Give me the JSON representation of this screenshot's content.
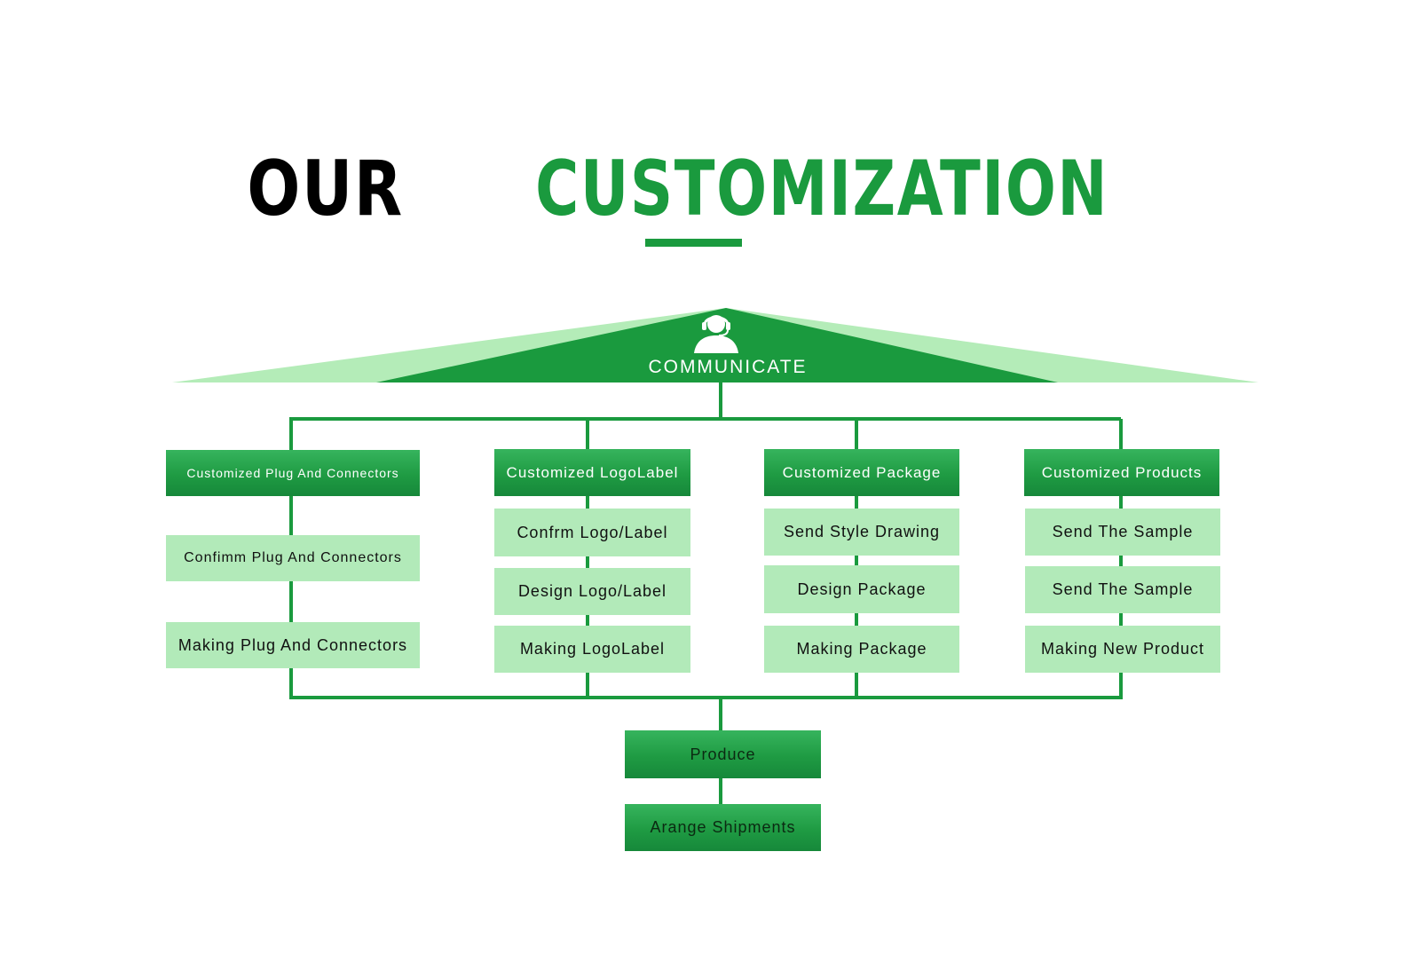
{
  "title": {
    "word1": "OUR",
    "word2": "CUSTOMIZATION"
  },
  "root": {
    "label": "COMMUNICATE",
    "icon": "customer-service-headset-icon"
  },
  "columns": [
    {
      "header": "Customized Plug And Connectors",
      "steps": [
        "Confimm Plug And Connectors",
        "Making Plug And Connectors"
      ]
    },
    {
      "header": "Customized LogoLabel",
      "steps": [
        "Confrm Logo/Label",
        "Design Logo/Label",
        "Making LogoLabel"
      ]
    },
    {
      "header": "Customized Package",
      "steps": [
        "Send Style Drawing",
        "Design Package",
        "Making Package"
      ]
    },
    {
      "header": "Customized Products",
      "steps": [
        "Send The Sample",
        "Send The Sample",
        "Making New Product"
      ]
    }
  ],
  "final_steps": [
    "Produce",
    "Arange Shipments"
  ],
  "colors": {
    "primary_green": "#1a9a3e",
    "light_green": "#b2eab9",
    "pale_green": "#b4ecb8",
    "title_black": "#000000"
  }
}
